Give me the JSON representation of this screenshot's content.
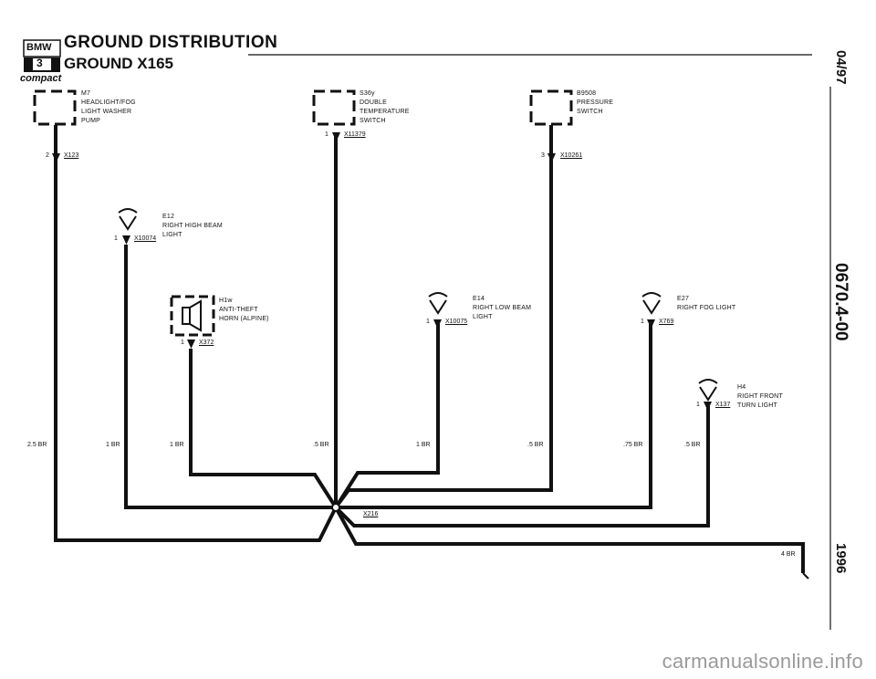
{
  "header": {
    "logo_text": "BMW",
    "logo_series": "3",
    "brand_variant": "compact",
    "title": "GROUND DISTRIBUTION",
    "subtitle": "GROUND X165"
  },
  "side_margin": {
    "date": "04/97",
    "doc_number": "0670.4-00",
    "year": "1996"
  },
  "components": [
    {
      "code": "M7",
      "lines": [
        "HEADLIGHT/FOG",
        "LIGHT WASHER",
        "PUMP"
      ]
    },
    {
      "code": "S36y",
      "lines": [
        "DOUBLE",
        "TEMPERATURE",
        "SWITCH"
      ]
    },
    {
      "code": "B9508",
      "lines": [
        "PRESSURE",
        "SWITCH"
      ]
    },
    {
      "code": "E12",
      "lines": [
        "RIGHT HIGH BEAM",
        "LIGHT"
      ]
    },
    {
      "code": "H1w",
      "lines": [
        "ANTI-THEFT",
        "HORN (ALPINE)"
      ]
    },
    {
      "code": "E14",
      "lines": [
        "RIGHT LOW BEAM",
        "LIGHT"
      ]
    },
    {
      "code": "E27",
      "lines": [
        "RIGHT FOG LIGHT"
      ]
    },
    {
      "code": "H4",
      "lines": [
        "RIGHT FRONT",
        "TURN LIGHT"
      ]
    }
  ],
  "connectors": [
    {
      "pin": "2",
      "name": "X123"
    },
    {
      "pin": "1",
      "name": "X11379"
    },
    {
      "pin": "3",
      "name": "X10261"
    },
    {
      "pin": "1",
      "name": "X10074"
    },
    {
      "pin": "1",
      "name": "X372"
    },
    {
      "pin": "1",
      "name": "X10075"
    },
    {
      "pin": "1",
      "name": "X769"
    },
    {
      "pin": "1",
      "name": "X137"
    }
  ],
  "wires": [
    "2.5 BR",
    "1 BR",
    "1 BR",
    ".5 BR",
    "1 BR",
    ".5 BR",
    ".75 BR",
    ".5 BR",
    "4 BR"
  ],
  "splice": "X216",
  "watermark": "carmanualsonline.info"
}
